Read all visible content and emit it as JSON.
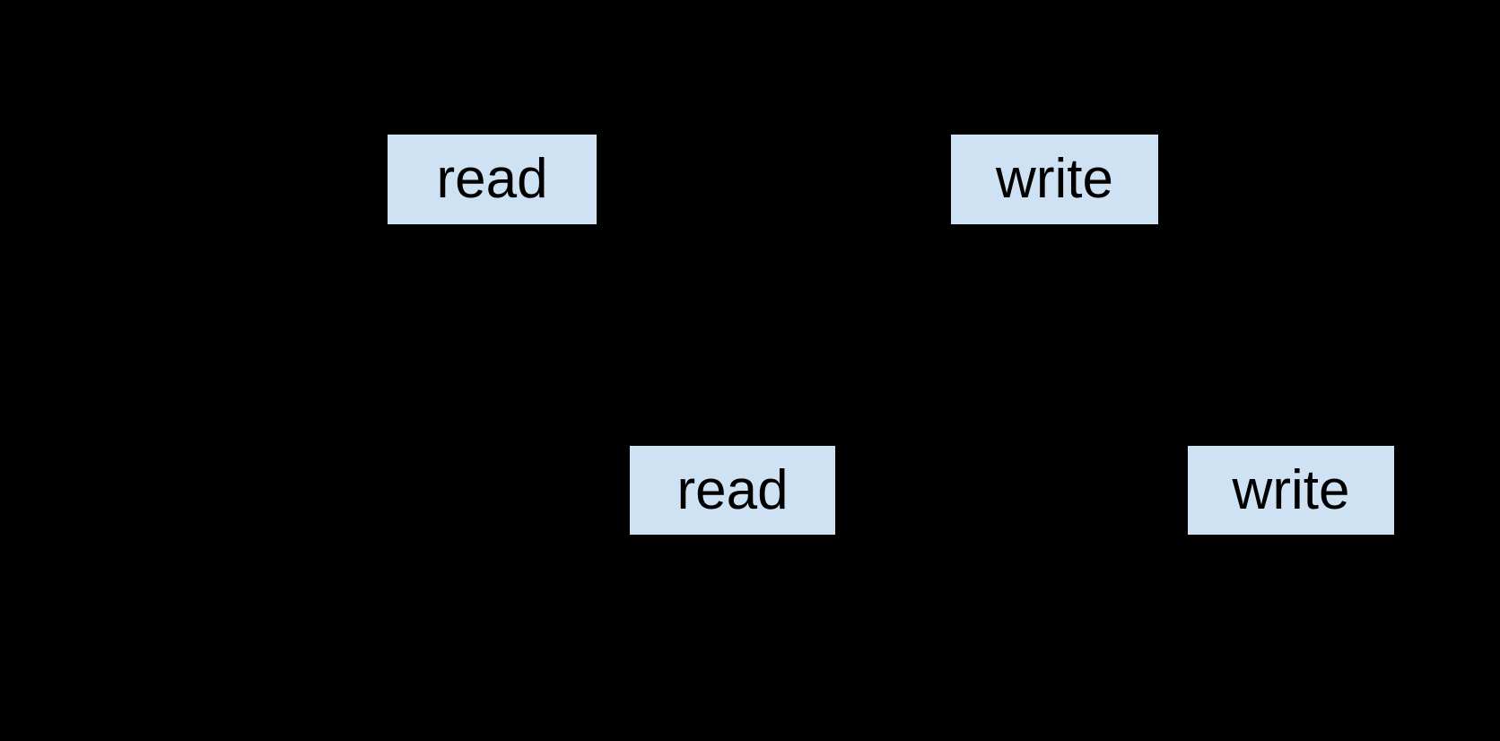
{
  "diagram": {
    "type": "flow-diagram",
    "background_color": "#000000",
    "node_fill_color": "#cfe2f3",
    "node_border_color": "#000000",
    "node_text_color": "#000000",
    "nodes": [
      {
        "id": "read-top-left",
        "label": "read"
      },
      {
        "id": "write-top-right",
        "label": "write"
      },
      {
        "id": "read-bottom-middle",
        "label": "read"
      },
      {
        "id": "write-bottom-right",
        "label": "write"
      }
    ]
  }
}
